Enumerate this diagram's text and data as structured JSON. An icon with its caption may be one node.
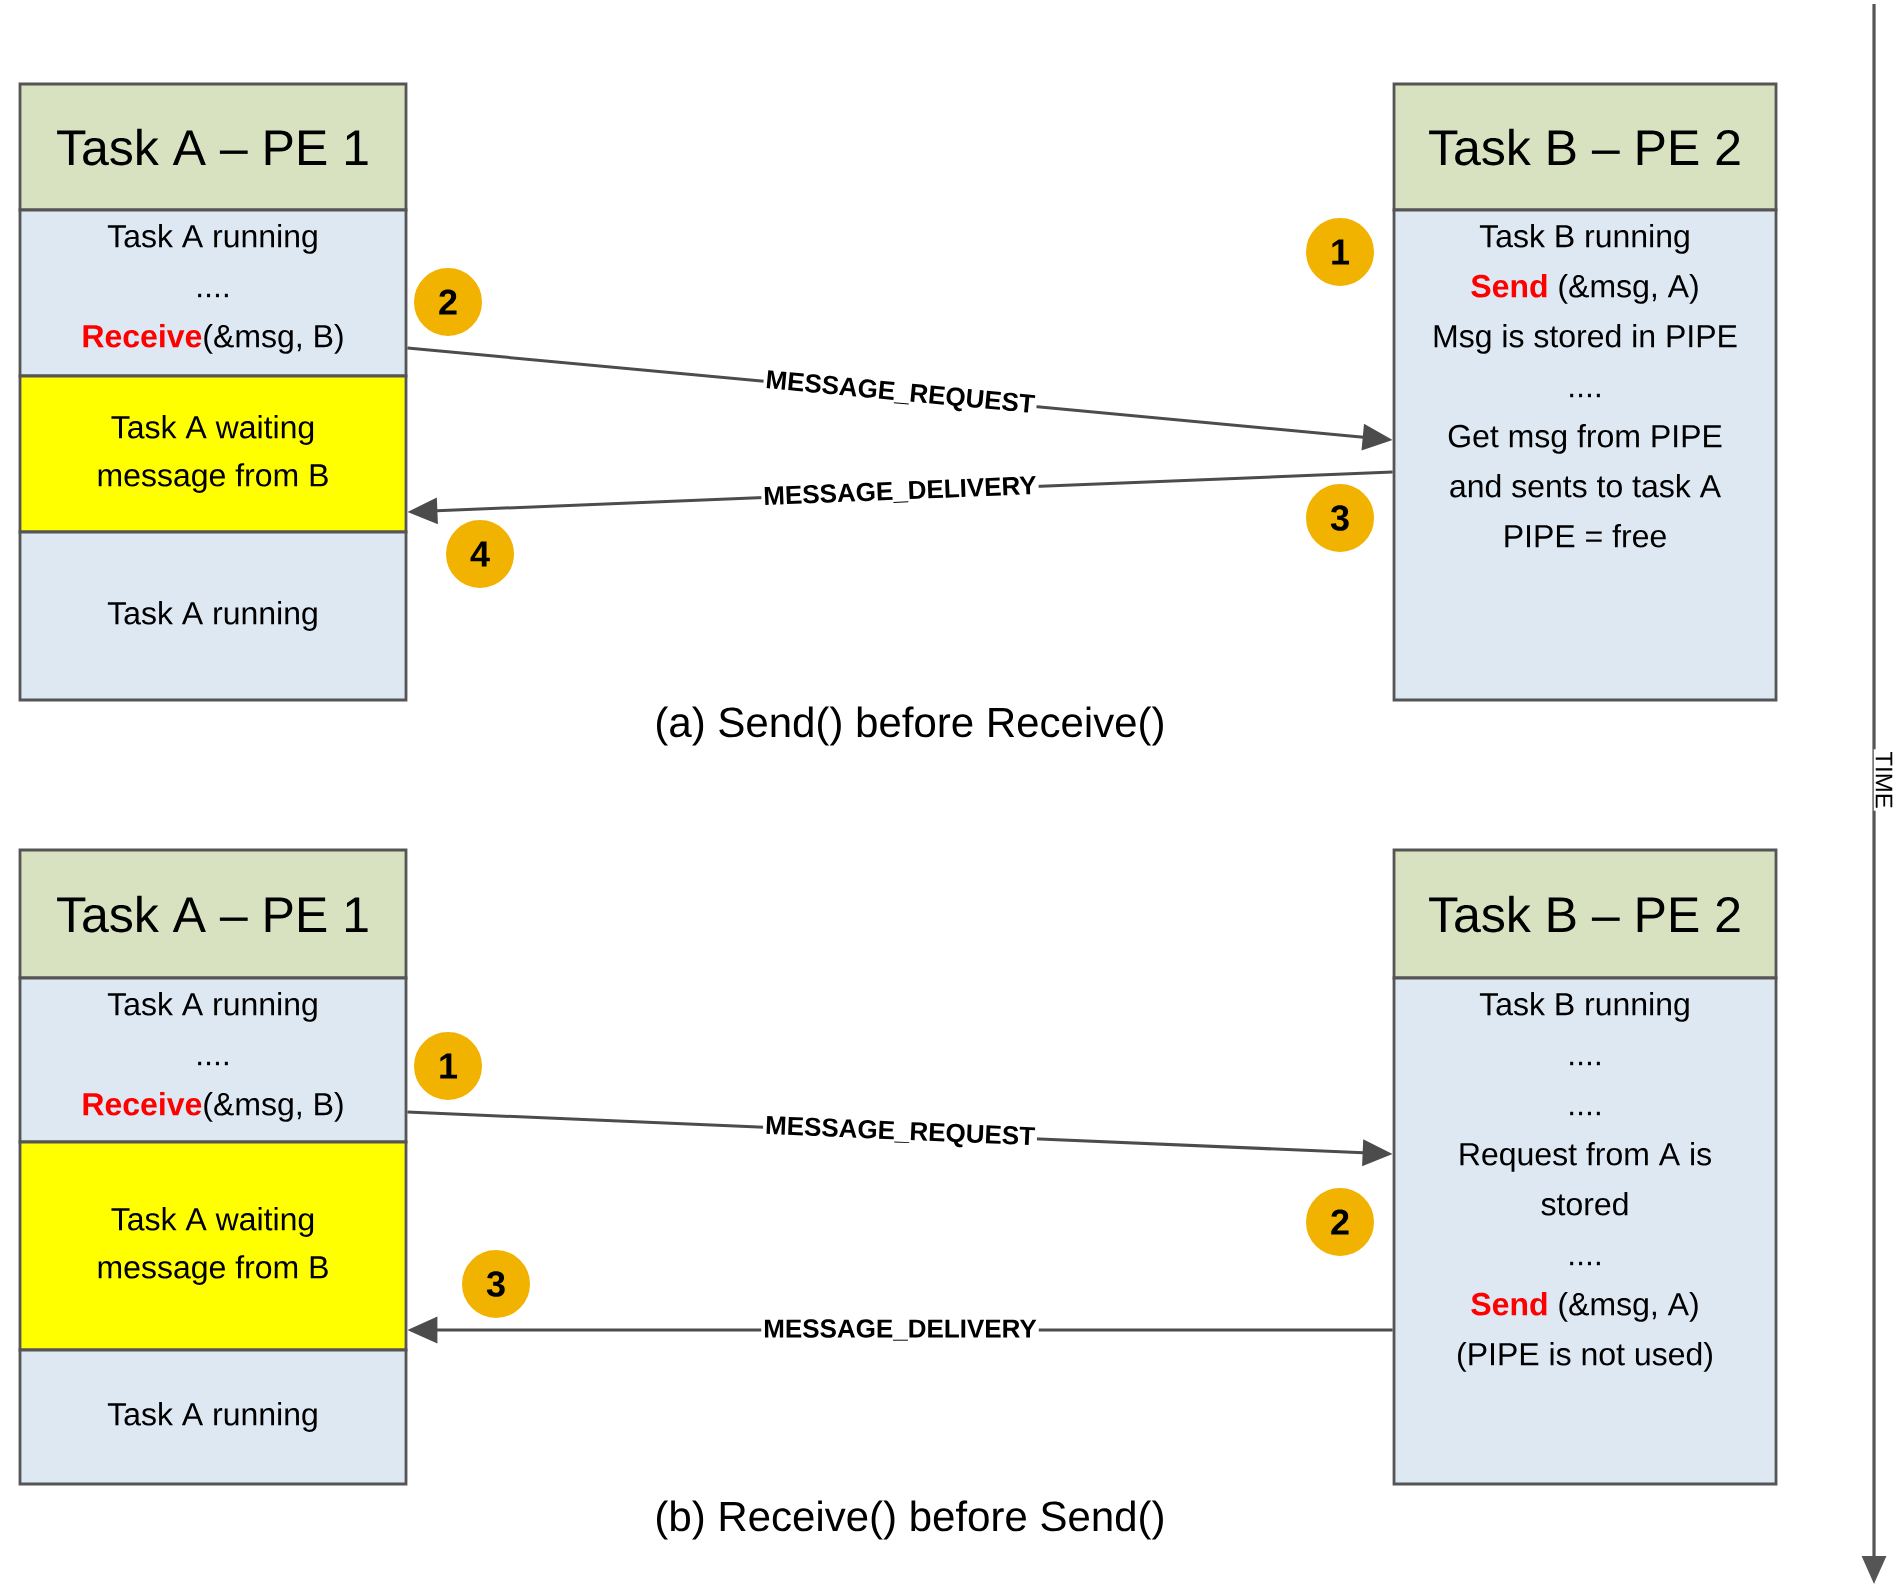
{
  "diagram": {
    "nodes": [
      {
        "text": [
          "Task A – PE 1"
        ]
      },
      {
        "text": [
          "Task A running",
          "....",
          "**Receive**(&msg, B)"
        ]
      },
      {
        "text": [
          "Task A waiting message from B"
        ]
      },
      {
        "text": [
          "Task A running"
        ]
      },
      {
        "text": [
          "Task B – PE 2"
        ]
      },
      {
        "text": [
          "Task B running",
          "**Send** (&msg, A)",
          "Msg is stored in PIPE",
          "....",
          "Get msg from PIPE and sents to task A",
          "PIPE = free"
        ]
      },
      {
        "text": [
          "1"
        ]
      },
      {
        "text": [
          "2"
        ]
      },
      {
        "text": [
          "3"
        ]
      },
      {
        "text": [
          "4"
        ]
      },
      {
        "text": [
          "Task A – PE 1"
        ]
      },
      {
        "text": [
          "Task A running",
          "....",
          "**Receive**(&msg, B)"
        ]
      },
      {
        "text": [
          "Task A waiting message from B"
        ]
      },
      {
        "text": [
          "Task A running"
        ]
      },
      {
        "text": [
          "Task B – PE 2"
        ]
      },
      {
        "text": [
          "Task B running",
          "....",
          "....",
          "Request from A is stored",
          "....",
          "**Send** (&msg, A)",
          "(PIPE is not used)"
        ]
      },
      {
        "text": [
          "1"
        ]
      },
      {
        "text": [
          "2"
        ]
      },
      {
        "text": [
          "3"
        ]
      }
    ],
    "edges": [
      {
        "from": 1,
        "to": 5,
        "arrow": "to",
        "label": "MESSAGE_REQUEST"
      },
      {
        "from": 5,
        "to": 2,
        "arrow": "to",
        "label": "MESSAGE_DELIVERY"
      },
      {
        "from": 11,
        "to": 15,
        "arrow": "to",
        "label": "MESSAGE_REQUEST"
      },
      {
        "from": 15,
        "to": 12,
        "arrow": "to",
        "label": "MESSAGE_DELIVERY"
      }
    ],
    "labels": [
      "(a) Send() before Receive()",
      "(b) Receive() before Send()",
      "TIME"
    ]
  }
}
